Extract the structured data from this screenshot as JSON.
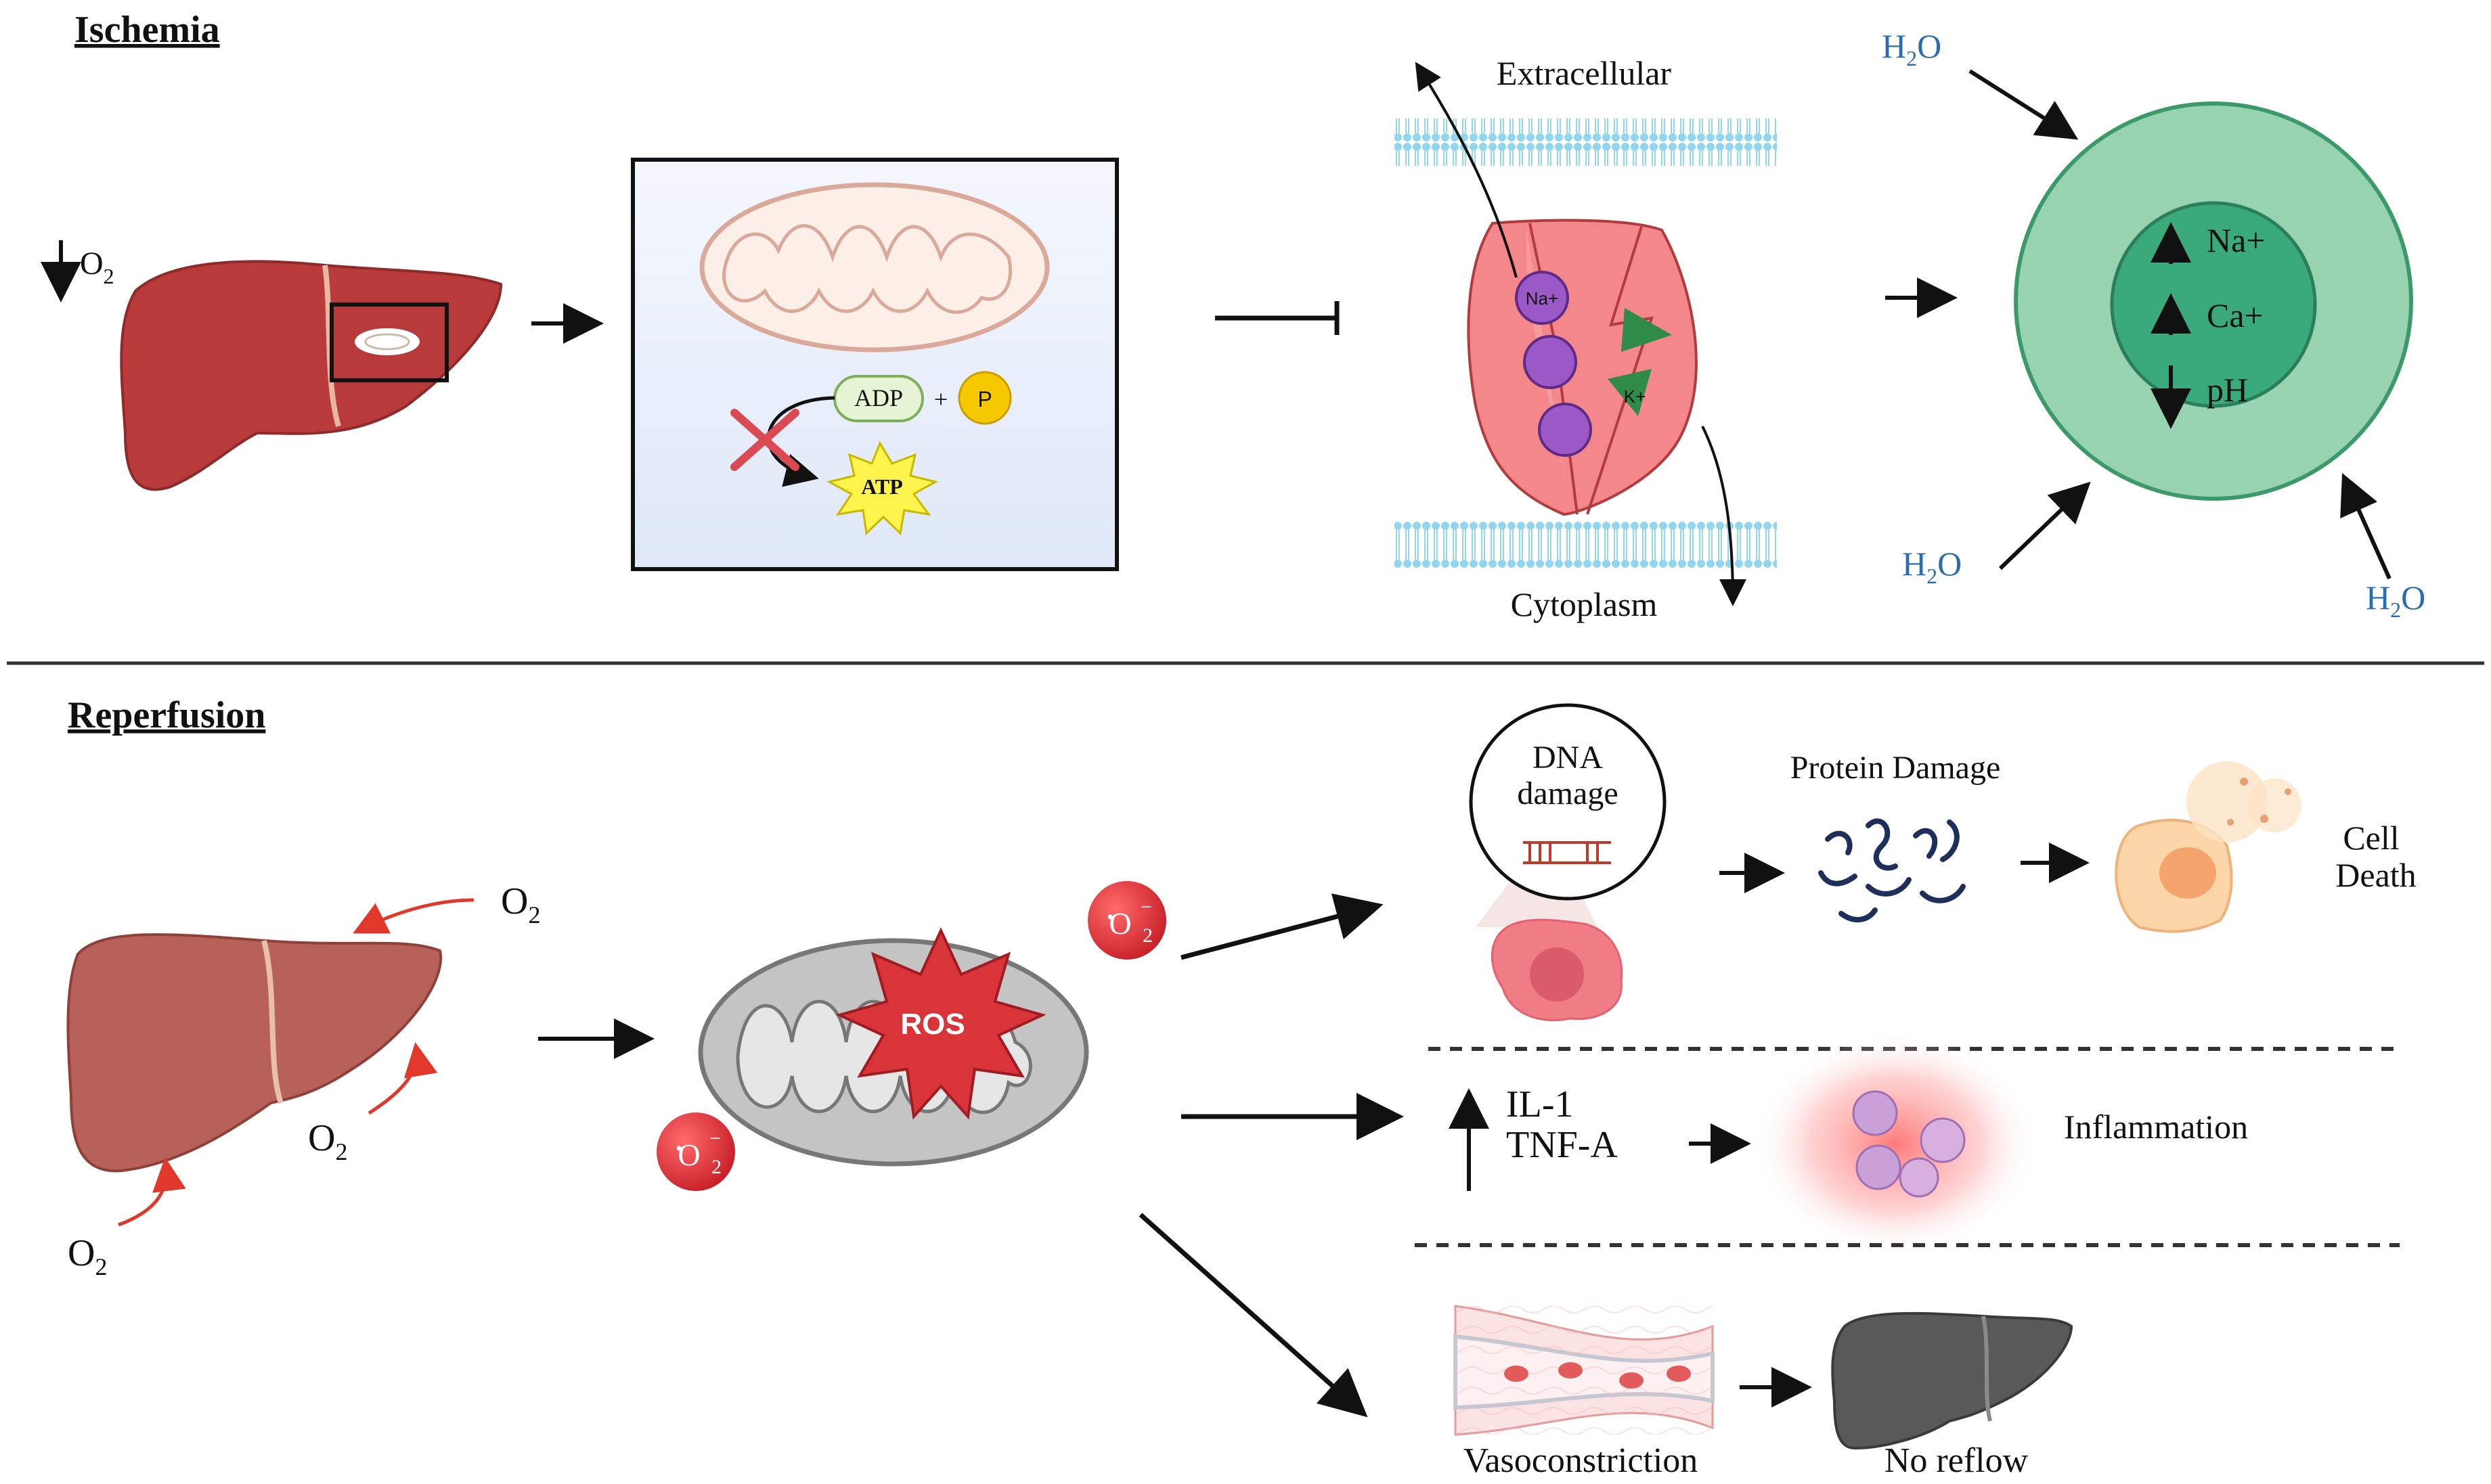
{
  "sections": {
    "ischemia": "Ischemia",
    "reperfusion": "Reperfusion"
  },
  "ischemia": {
    "o2": "O",
    "o2_sub": "2",
    "adp": "ADP",
    "plus": "+",
    "p": "P",
    "atp": "ATP",
    "extracellular": "Extracellular",
    "cytoplasm": "Cytoplasm",
    "na_ion": "Na+",
    "k_ion": "K+",
    "h2o_h": "H",
    "h2o_sub": "2",
    "h2o_o": "O",
    "cell_na": "Na+",
    "cell_ca": "Ca+",
    "cell_ph": "pH"
  },
  "reperfusion": {
    "o2": "O",
    "o2_sub": "2",
    "ros": "ROS",
    "superoxide_o": "O",
    "superoxide_sub": "2",
    "superoxide_sup": "−",
    "superoxide_dot": "•",
    "dna_line1": "DNA",
    "dna_line2": "damage",
    "protein_damage": "Protein Damage",
    "cell_death_line1": "Cell",
    "cell_death_line2": "Death",
    "il1": "IL-1",
    "tnfa": "TNF-A",
    "inflammation": "Inflammation",
    "vasoconstriction": "Vasoconstriction",
    "no_reflow": "No reflow"
  },
  "colors": {
    "h2o": "#2b6cb0",
    "o2_arrow": "#e0392b",
    "liver_ischemia": "#b83a3a",
    "liver_reperfusion": "#b8615a",
    "liver_dead": "#595959",
    "cell_outer": "#97d2b1",
    "cell_inner": "#3aaa7a",
    "ros_star": "#d9343a",
    "membrane": "#7fd0e8"
  }
}
